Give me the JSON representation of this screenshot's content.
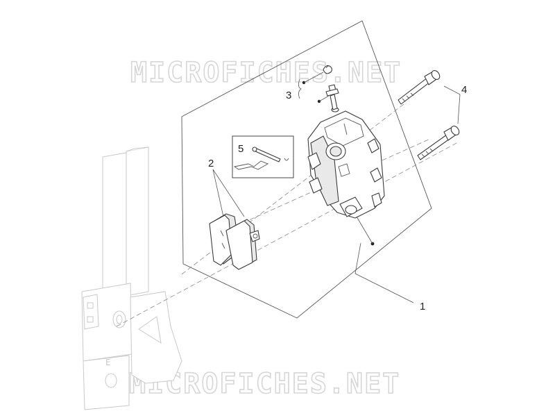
{
  "watermark": {
    "top": "MICROFICHES.NET",
    "bottom": "MICROFICHES.NET"
  },
  "callouts": {
    "c1": "1",
    "c2": "2",
    "c3": "3",
    "c4": "4",
    "c5": "5"
  },
  "colors": {
    "line": "#3a3a3a",
    "faint_line": "#c9c9c9",
    "watermark": "#d6d6d6",
    "background": "#ffffff"
  }
}
